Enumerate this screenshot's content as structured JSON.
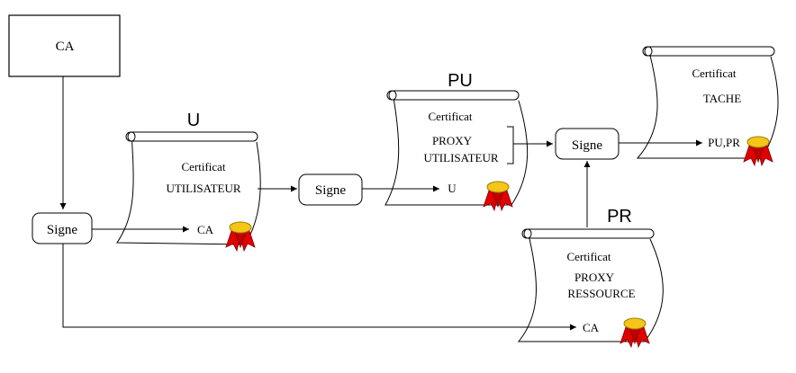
{
  "ca_box": {
    "label": "CA"
  },
  "signe_nodes": [
    {
      "id": "signe-ca",
      "label": "Signe"
    },
    {
      "id": "signe-u",
      "label": "Signe"
    },
    {
      "id": "signe-pu-pr",
      "label": "Signe"
    }
  ],
  "certificates": [
    {
      "id": "cert-u",
      "heading": "U",
      "title": "Certificat",
      "lines": [
        "UTILISATEUR"
      ],
      "bottom_label": "CA"
    },
    {
      "id": "cert-pu",
      "heading": "PU",
      "title": "Certificat",
      "lines": [
        "PROXY",
        "UTILISATEUR"
      ],
      "bottom_label": "U"
    },
    {
      "id": "cert-tache",
      "heading": "",
      "title": "Certificat",
      "lines": [
        "TACHE"
      ],
      "bottom_label": "PU,PR"
    },
    {
      "id": "cert-pr",
      "heading": "PR",
      "title": "Certificat",
      "lines": [
        "PROXY",
        "RESSOURCE"
      ],
      "bottom_label": "CA"
    }
  ],
  "colors": {
    "line": "#000000",
    "seal_ribbon": "#e00000",
    "seal_disc": "#f5c518"
  }
}
